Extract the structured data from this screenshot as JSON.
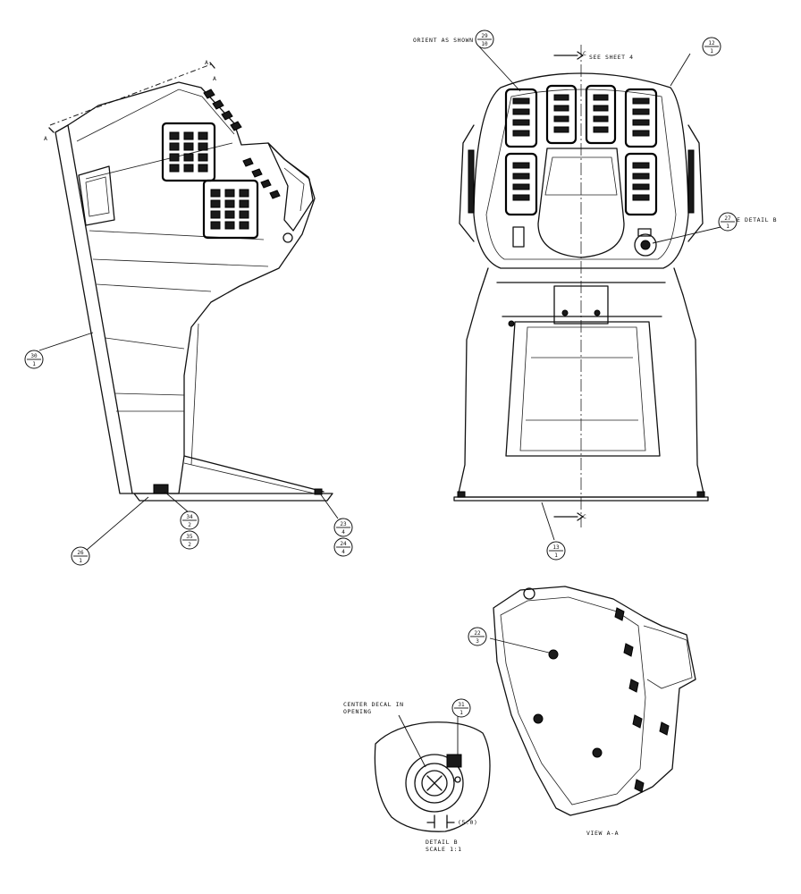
{
  "notes": {
    "orient": "ORIENT AS SHOWN",
    "see_sheet": "SEE SHEET 4",
    "see_detail": "SEE DETAIL B",
    "center_decal_1": "CENTER DECAL IN",
    "center_decal_2": "OPENING",
    "view_aa": "VIEW A-A",
    "detail_b_1": "DETAIL B",
    "detail_b_2": "SCALE 1:1",
    "dim": "(5.0)"
  },
  "section_marks": {
    "a": "A",
    "c": "C"
  },
  "callouts": [
    {
      "id": "c30",
      "top": "30",
      "bottom": "1"
    },
    {
      "id": "c34",
      "top": "34",
      "bottom": "2"
    },
    {
      "id": "c35",
      "top": "35",
      "bottom": "2"
    },
    {
      "id": "c26",
      "top": "26",
      "bottom": "1"
    },
    {
      "id": "c23",
      "top": "23",
      "bottom": "4"
    },
    {
      "id": "c24",
      "top": "24",
      "bottom": "4"
    },
    {
      "id": "c29",
      "top": "29",
      "bottom": "10"
    },
    {
      "id": "c12",
      "top": "12",
      "bottom": "1"
    },
    {
      "id": "c27",
      "top": "27",
      "bottom": "1"
    },
    {
      "id": "c13",
      "top": "13",
      "bottom": "1"
    },
    {
      "id": "c22",
      "top": "22",
      "bottom": "3"
    },
    {
      "id": "c31",
      "top": "31",
      "bottom": "1"
    }
  ]
}
